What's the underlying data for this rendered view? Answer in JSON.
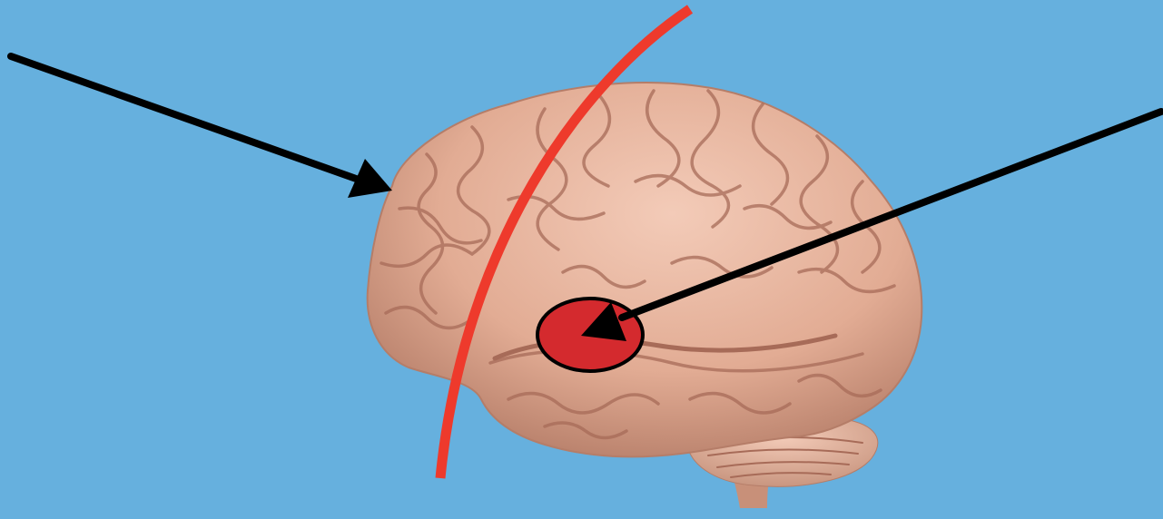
{
  "colors": {
    "background": "#66b0de",
    "brain_base": "#e2ac94",
    "brain_light": "#f3cbb8",
    "brain_shadow": "#b57d68",
    "brain_fold": "#a76b58",
    "cerebellum": "#c99680",
    "brainstem": "#c89079",
    "curve_line": "#ee3a2c",
    "target_spot": "#d42a2e",
    "arrow": "#000000"
  },
  "elements": {
    "brain": "brain-photo",
    "curve": "red-curved-line",
    "spot": "red-oval-marker",
    "left_arrow": "arrow-pointing-to-brain-edge",
    "right_arrow": "arrow-pointing-to-red-oval"
  }
}
